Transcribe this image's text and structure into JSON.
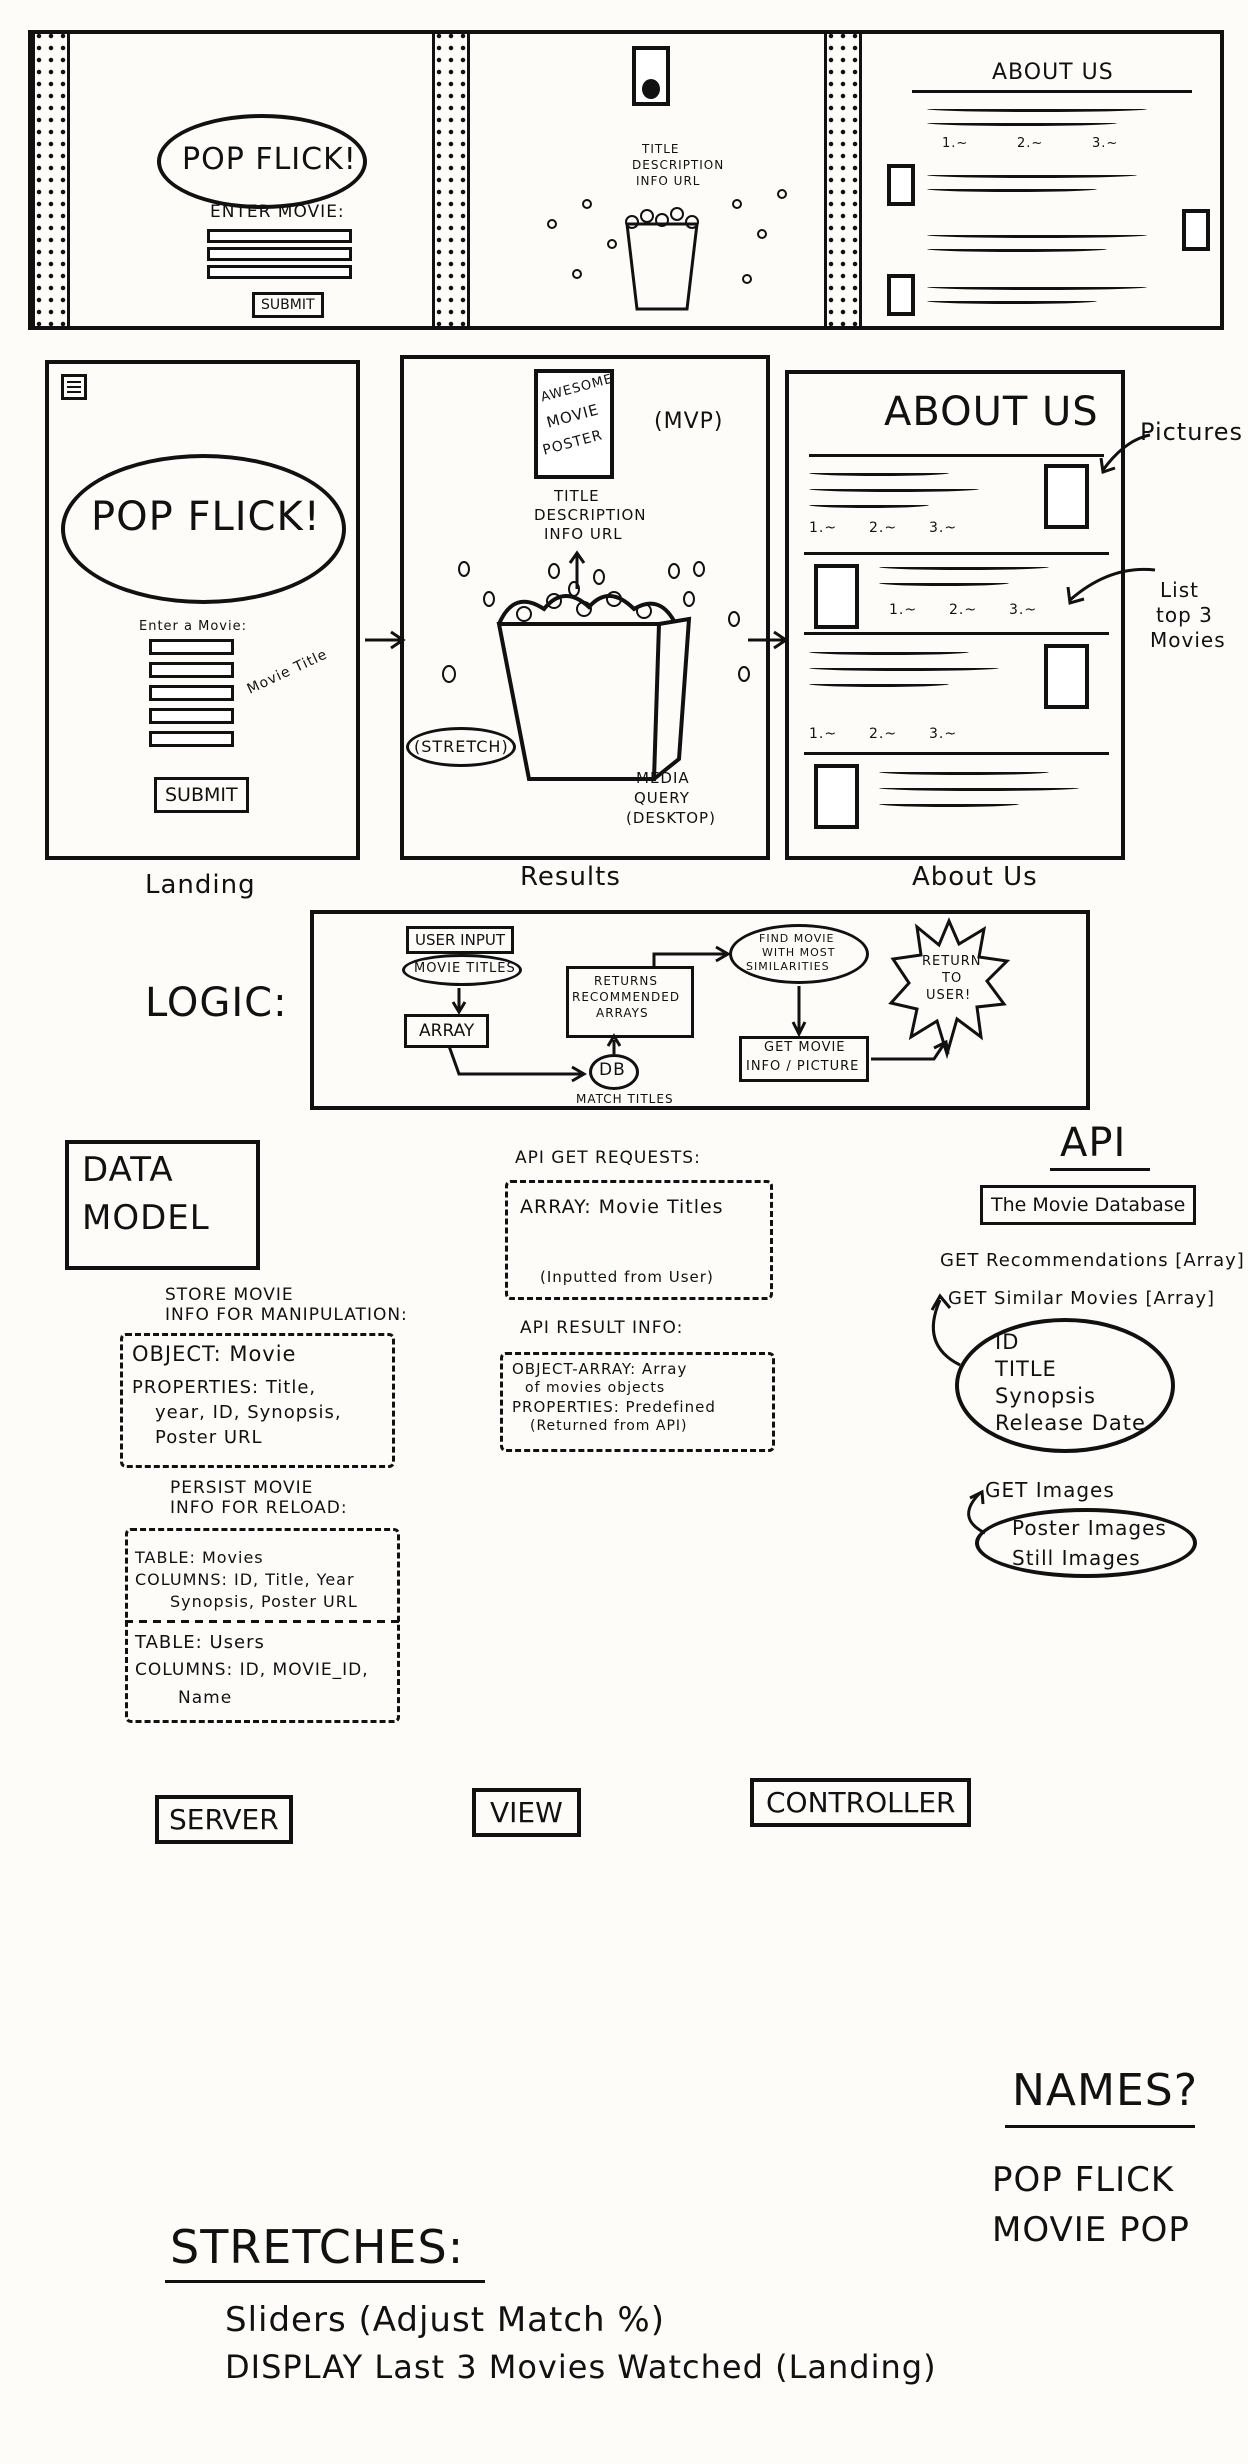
{
  "top_strip": {
    "landing": {
      "logo": "POP FLICK!",
      "enter_label": "ENTER MOVIE:",
      "submit": "SUBMIT"
    },
    "results": {
      "info": [
        "TITLE",
        "DESCRIPTION",
        "INFO URL"
      ]
    },
    "about": {
      "title": "ABOUT US",
      "list_marks": [
        "1.~",
        "2.~",
        "3.~"
      ]
    }
  },
  "wireframes": {
    "landing": {
      "logo": "POP FLICK!",
      "enter_label": "Enter a Movie:",
      "note": "Movie Title",
      "submit": "SUBMIT",
      "caption": "Landing"
    },
    "results": {
      "poster": [
        "AWESOME",
        "MOVIE",
        "POSTER"
      ],
      "mvp": "(MVP)",
      "info": [
        "TITLE",
        "DESCRIPTION",
        "INFO URL"
      ],
      "stretch": "(STRETCH)",
      "media_query": [
        "MEDIA",
        "QUERY",
        "(DESKTOP)"
      ],
      "caption": "Results"
    },
    "about": {
      "title": "ABOUT US",
      "list_marks": [
        "1.~",
        "2.~",
        "3.~"
      ],
      "pictures_note": "Pictures",
      "list_note": [
        "List",
        "top 3",
        "Movies"
      ],
      "caption": "About Us"
    }
  },
  "logic": {
    "label": "LOGIC:",
    "user_input": "USER INPUT",
    "movie_titles": "MOVIE TITLES",
    "array": "ARRAY",
    "returns": [
      "RETURNS",
      "RECOMMENDED",
      "ARRAYS"
    ],
    "db": "DB",
    "match_titles": "MATCH TITLES",
    "find_movie": [
      "FIND MOVIE",
      "WITH MOST",
      "SIMILARITIES"
    ],
    "get_movie": [
      "GET MOVIE",
      "INFO / PICTURE"
    ],
    "return_user": [
      "RETURN",
      "TO",
      "USER!"
    ]
  },
  "data_model": {
    "title": [
      "DATA",
      "MODEL"
    ],
    "store_heading": [
      "STORE MOVIE",
      "INFO FOR MANIPULATION:"
    ],
    "object_lines": [
      "OBJECT: Movie",
      "PROPERTIES: Title,",
      "year, ID, Synopsis,",
      "Poster URL"
    ],
    "persist_heading": [
      "PERSIST MOVIE",
      "INFO FOR RELOAD:"
    ],
    "table_movies": [
      "TABLE: Movies",
      "COLUMNS: ID, Title, Year",
      "Synopsis, Poster URL"
    ],
    "table_users": [
      "TABLE: Users",
      "COLUMNS: ID, MOVIE_ID,",
      "Name"
    ]
  },
  "api_requests": {
    "heading": "API GET REQUESTS:",
    "array_line": "ARRAY: Movie Titles",
    "inputted": "(Inputted from User)",
    "result_heading": "API RESULT INFO:",
    "result_lines": [
      "OBJECT-ARRAY: Array",
      "of movies objects",
      "PROPERTIES: Predefined",
      "(Returned from API)"
    ]
  },
  "api": {
    "title": "API",
    "database": "The Movie Database",
    "get_recommendations": "GET Recommendations [Array]",
    "get_similar": "GET Similar Movies [Array]",
    "fields": [
      "ID",
      "TITLE",
      "Synopsis",
      "Release Date"
    ],
    "get_images": "GET Images",
    "images": [
      "Poster Images",
      "Still Images"
    ]
  },
  "mvc": {
    "server": "SERVER",
    "view": "VIEW",
    "controller": "CONTROLLER"
  },
  "names": {
    "heading": "NAMES?",
    "options": [
      "POP FLICK",
      "MOVIE POP"
    ]
  },
  "stretches": {
    "heading": "STRETCHES:",
    "items": [
      "Sliders (Adjust Match %)",
      "DISPLAY Last 3 Movies Watched (Landing)"
    ]
  }
}
